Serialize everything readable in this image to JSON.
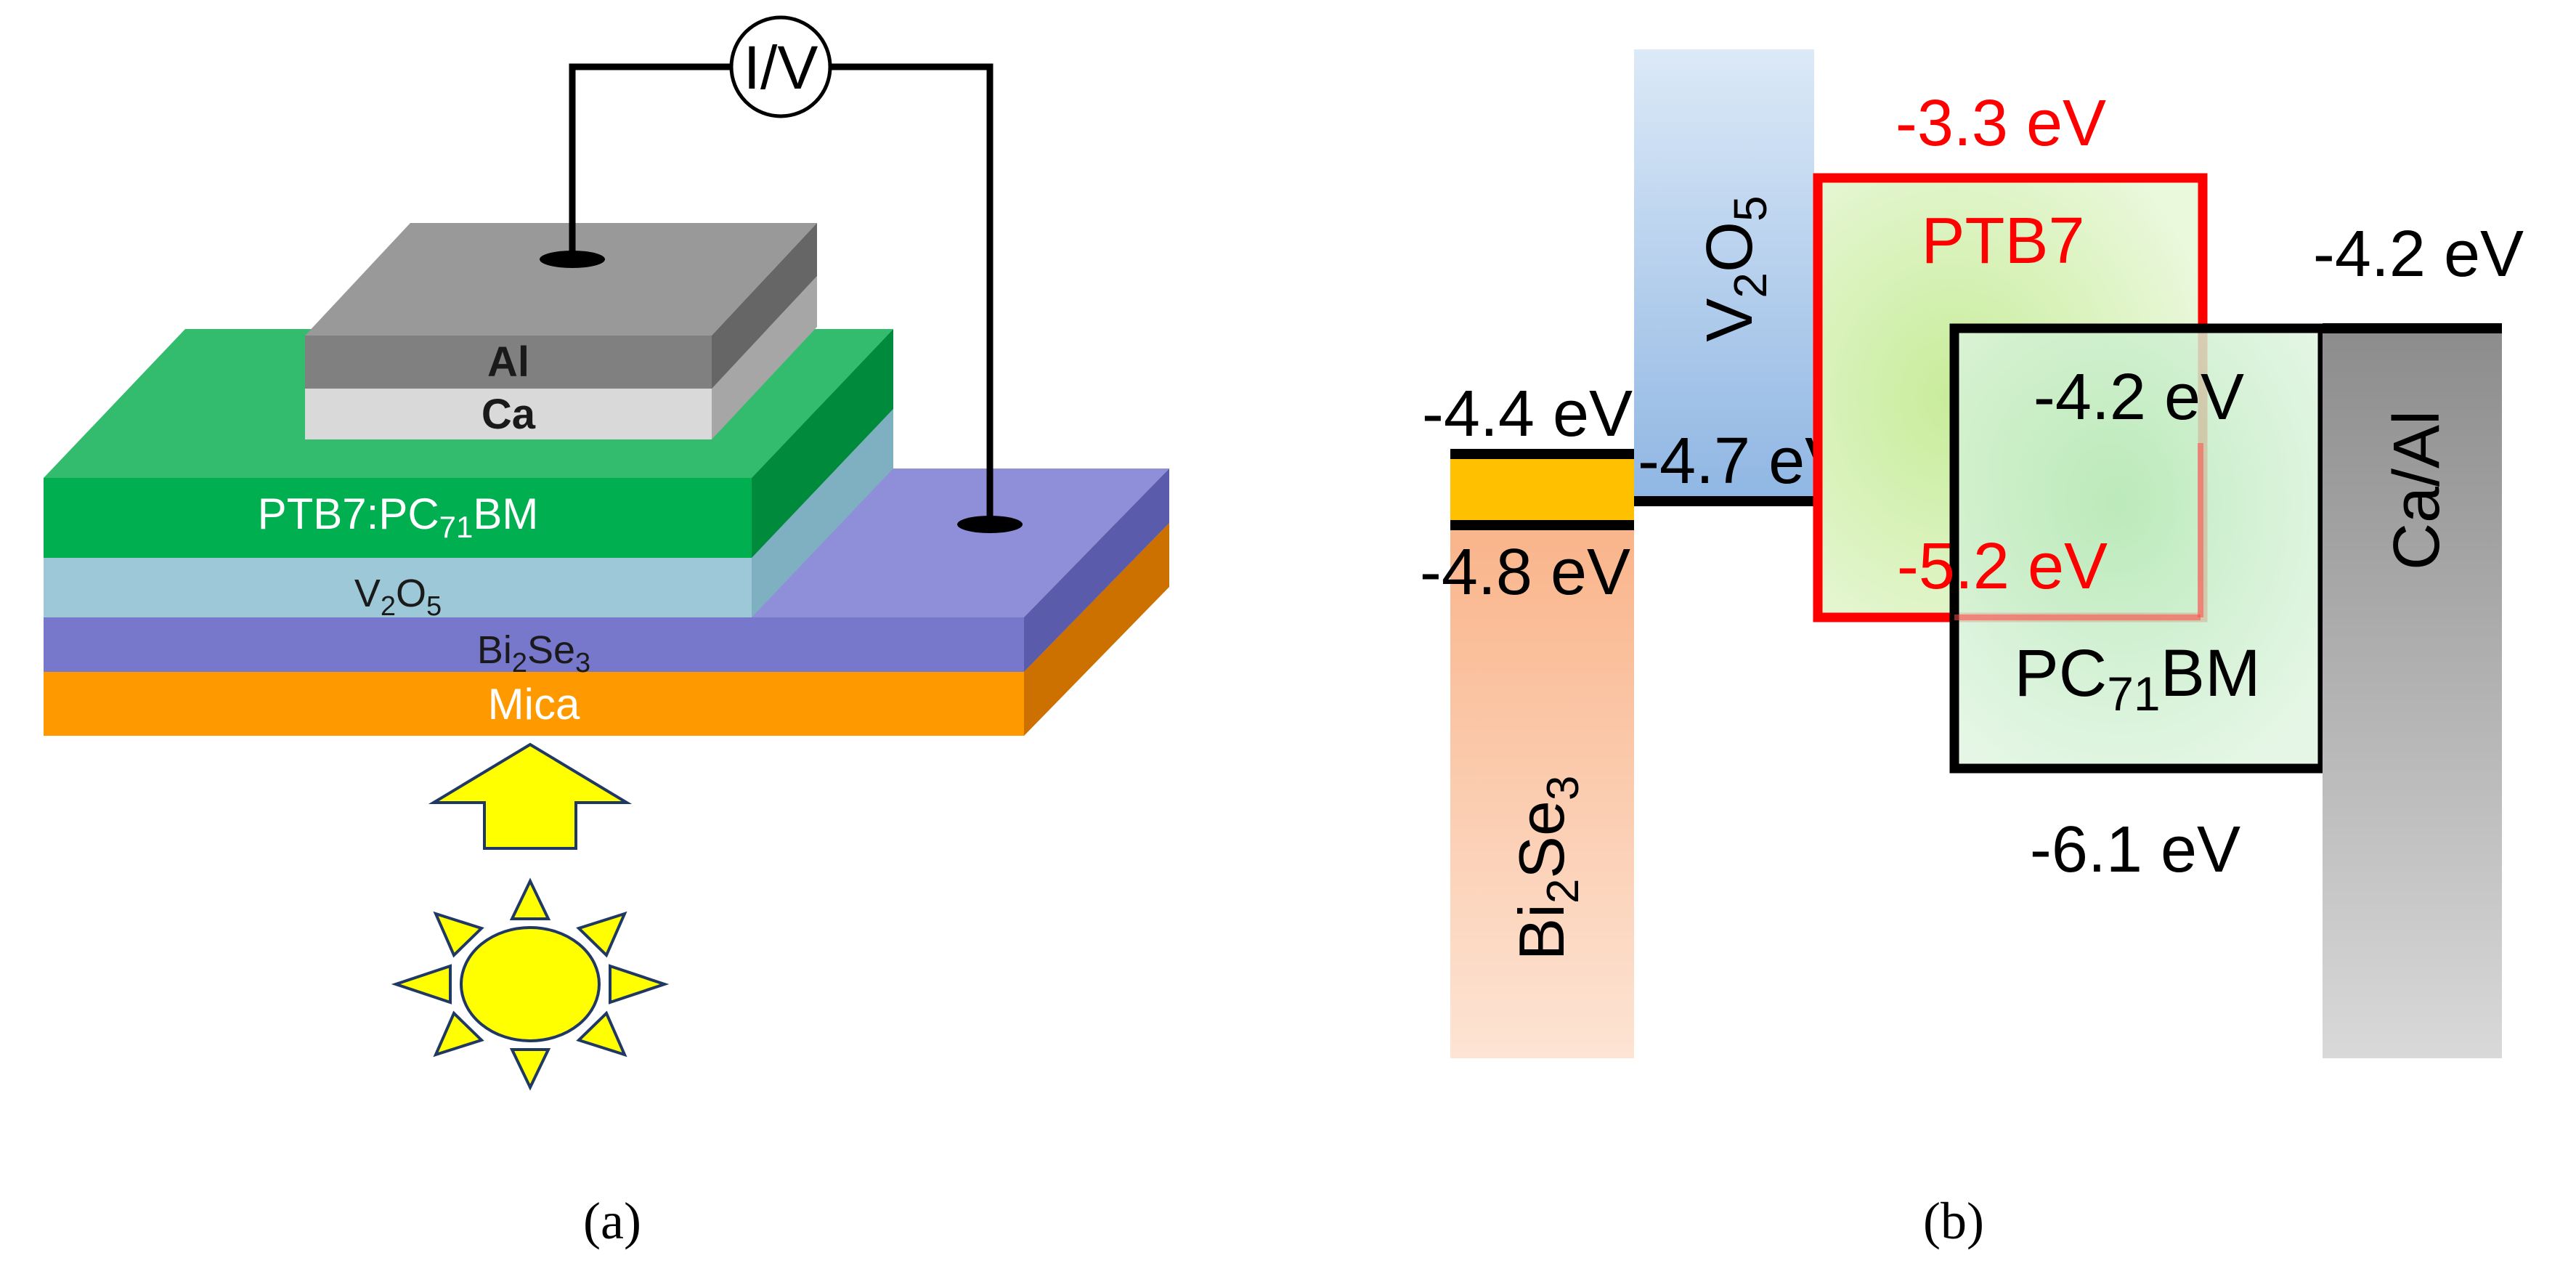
{
  "panel_a": {
    "caption": "(a)",
    "meter_label": "I/V",
    "layers": {
      "al": "Al",
      "ca": "Ca",
      "active": {
        "base": "PTB7:PC",
        "sub": "71",
        "tail": "BM"
      },
      "v2o5": {
        "a": "V",
        "a_sub": "2",
        "b": "O",
        "b_sub": "5"
      },
      "bi2se3": {
        "a": "Bi",
        "a_sub": "2",
        "b": "Se",
        "b_sub": "3"
      },
      "mica": "Mica"
    }
  },
  "panel_b": {
    "caption": "(b)",
    "bi2se3": {
      "a": "Bi",
      "a_sub": "2",
      "b": "Se",
      "b_sub": "3",
      "top": "-4.4 eV",
      "bottom": "-4.8 eV"
    },
    "v2o5": {
      "a": "V",
      "a_sub": "2",
      "b": "O",
      "b_sub": "5",
      "level": "-4.7 eV"
    },
    "ptb7": {
      "name": "PTB7",
      "lumo": "-3.3 eV",
      "homo": "-5.2 eV"
    },
    "pcbm": {
      "base": "PC",
      "sub": "71",
      "tail": "BM",
      "lumo": "-4.2 eV",
      "homo": "-6.1 eV"
    },
    "caal": {
      "name": "Ca/Al",
      "level": "-4.2 eV"
    }
  },
  "colors": {
    "ptb7": "#ff0000",
    "mica": "#ff9900",
    "bi2se3_layer": "#7777cc",
    "active_layer": "#00b050",
    "sun": "#ffff00",
    "bi2se3_band": "#ffc000"
  }
}
